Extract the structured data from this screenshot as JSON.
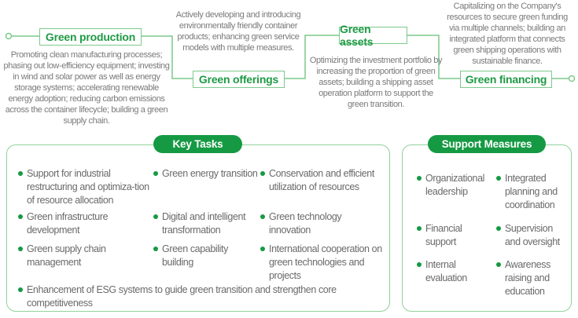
{
  "stages": [
    {
      "label": "Green production",
      "description": "Promoting clean manufacturing processes; phasing out low-efficiency equipment; investing in wind and solar power as well as energy storage systems; accelerating renewable energy adoption; reducing carbon emissions across the container lifecycle; building a green supply chain."
    },
    {
      "label": "Green offerings",
      "description": "Actively developing and introducing environmentally friendly container products; enhancing green service models with multiple measures."
    },
    {
      "label": "Green assets",
      "description": "Optimizing the investment portfolio by increasing the proportion of green assets; building a shipping asset operation platform to support the green transition."
    },
    {
      "label": "Green financing",
      "description": "Capitalizing on the Company's resources to secure green funding via multiple channels; building an integrated platform that connects green shipping operations with sustainable finance."
    }
  ],
  "key_tasks": {
    "title": "Key Tasks",
    "items": [
      "Support for industrial restructuring and optimiza-tion of resource allocation",
      "Green energy transition",
      "Conservation and efficient utilization of resources",
      "Green infrastructure development",
      "Digital and intelligent transformation",
      "Green technology innovation",
      "Green supply chain management",
      "Green capability building",
      "International cooperation on green technologies and projects",
      "Enhancement of ESG systems to guide green transition and strengthen core competitiveness"
    ]
  },
  "support_measures": {
    "title": "Support Measures",
    "items": [
      "Organizational leadership",
      "Integrated planning and coordination",
      "Financial support",
      "Supervision and oversight",
      "Internal evaluation",
      "Awareness raising and education"
    ]
  },
  "colors": {
    "accent": "#159a43",
    "line": "#7dc98c",
    "text": "#6a6a6a"
  }
}
